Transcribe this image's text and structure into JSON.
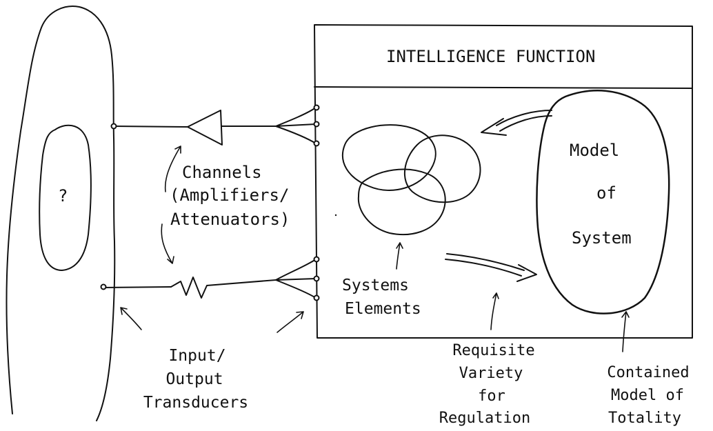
{
  "intelligence_function": {
    "title": "INTELLIGENCE FUNCTION"
  },
  "unknown_region": {
    "label": "?"
  },
  "channels": {
    "line1": "Channels",
    "line2": "(Amplifiers/",
    "line3": "Attenuators)"
  },
  "model_of_system": {
    "line1": "Model",
    "line2": "of",
    "line3": "System"
  },
  "systems_elements": {
    "line1": "Systems",
    "line2": "Elements"
  },
  "transducers": {
    "line1": "Input/",
    "line2": "Output",
    "line3": "Transducers"
  },
  "requisite_variety": {
    "line1": "Requisite",
    "line2": "Variety",
    "line3": "for",
    "line4": "Regulation"
  },
  "contained_model": {
    "line1": "Contained",
    "line2": "Model of",
    "line3": "Totality"
  }
}
